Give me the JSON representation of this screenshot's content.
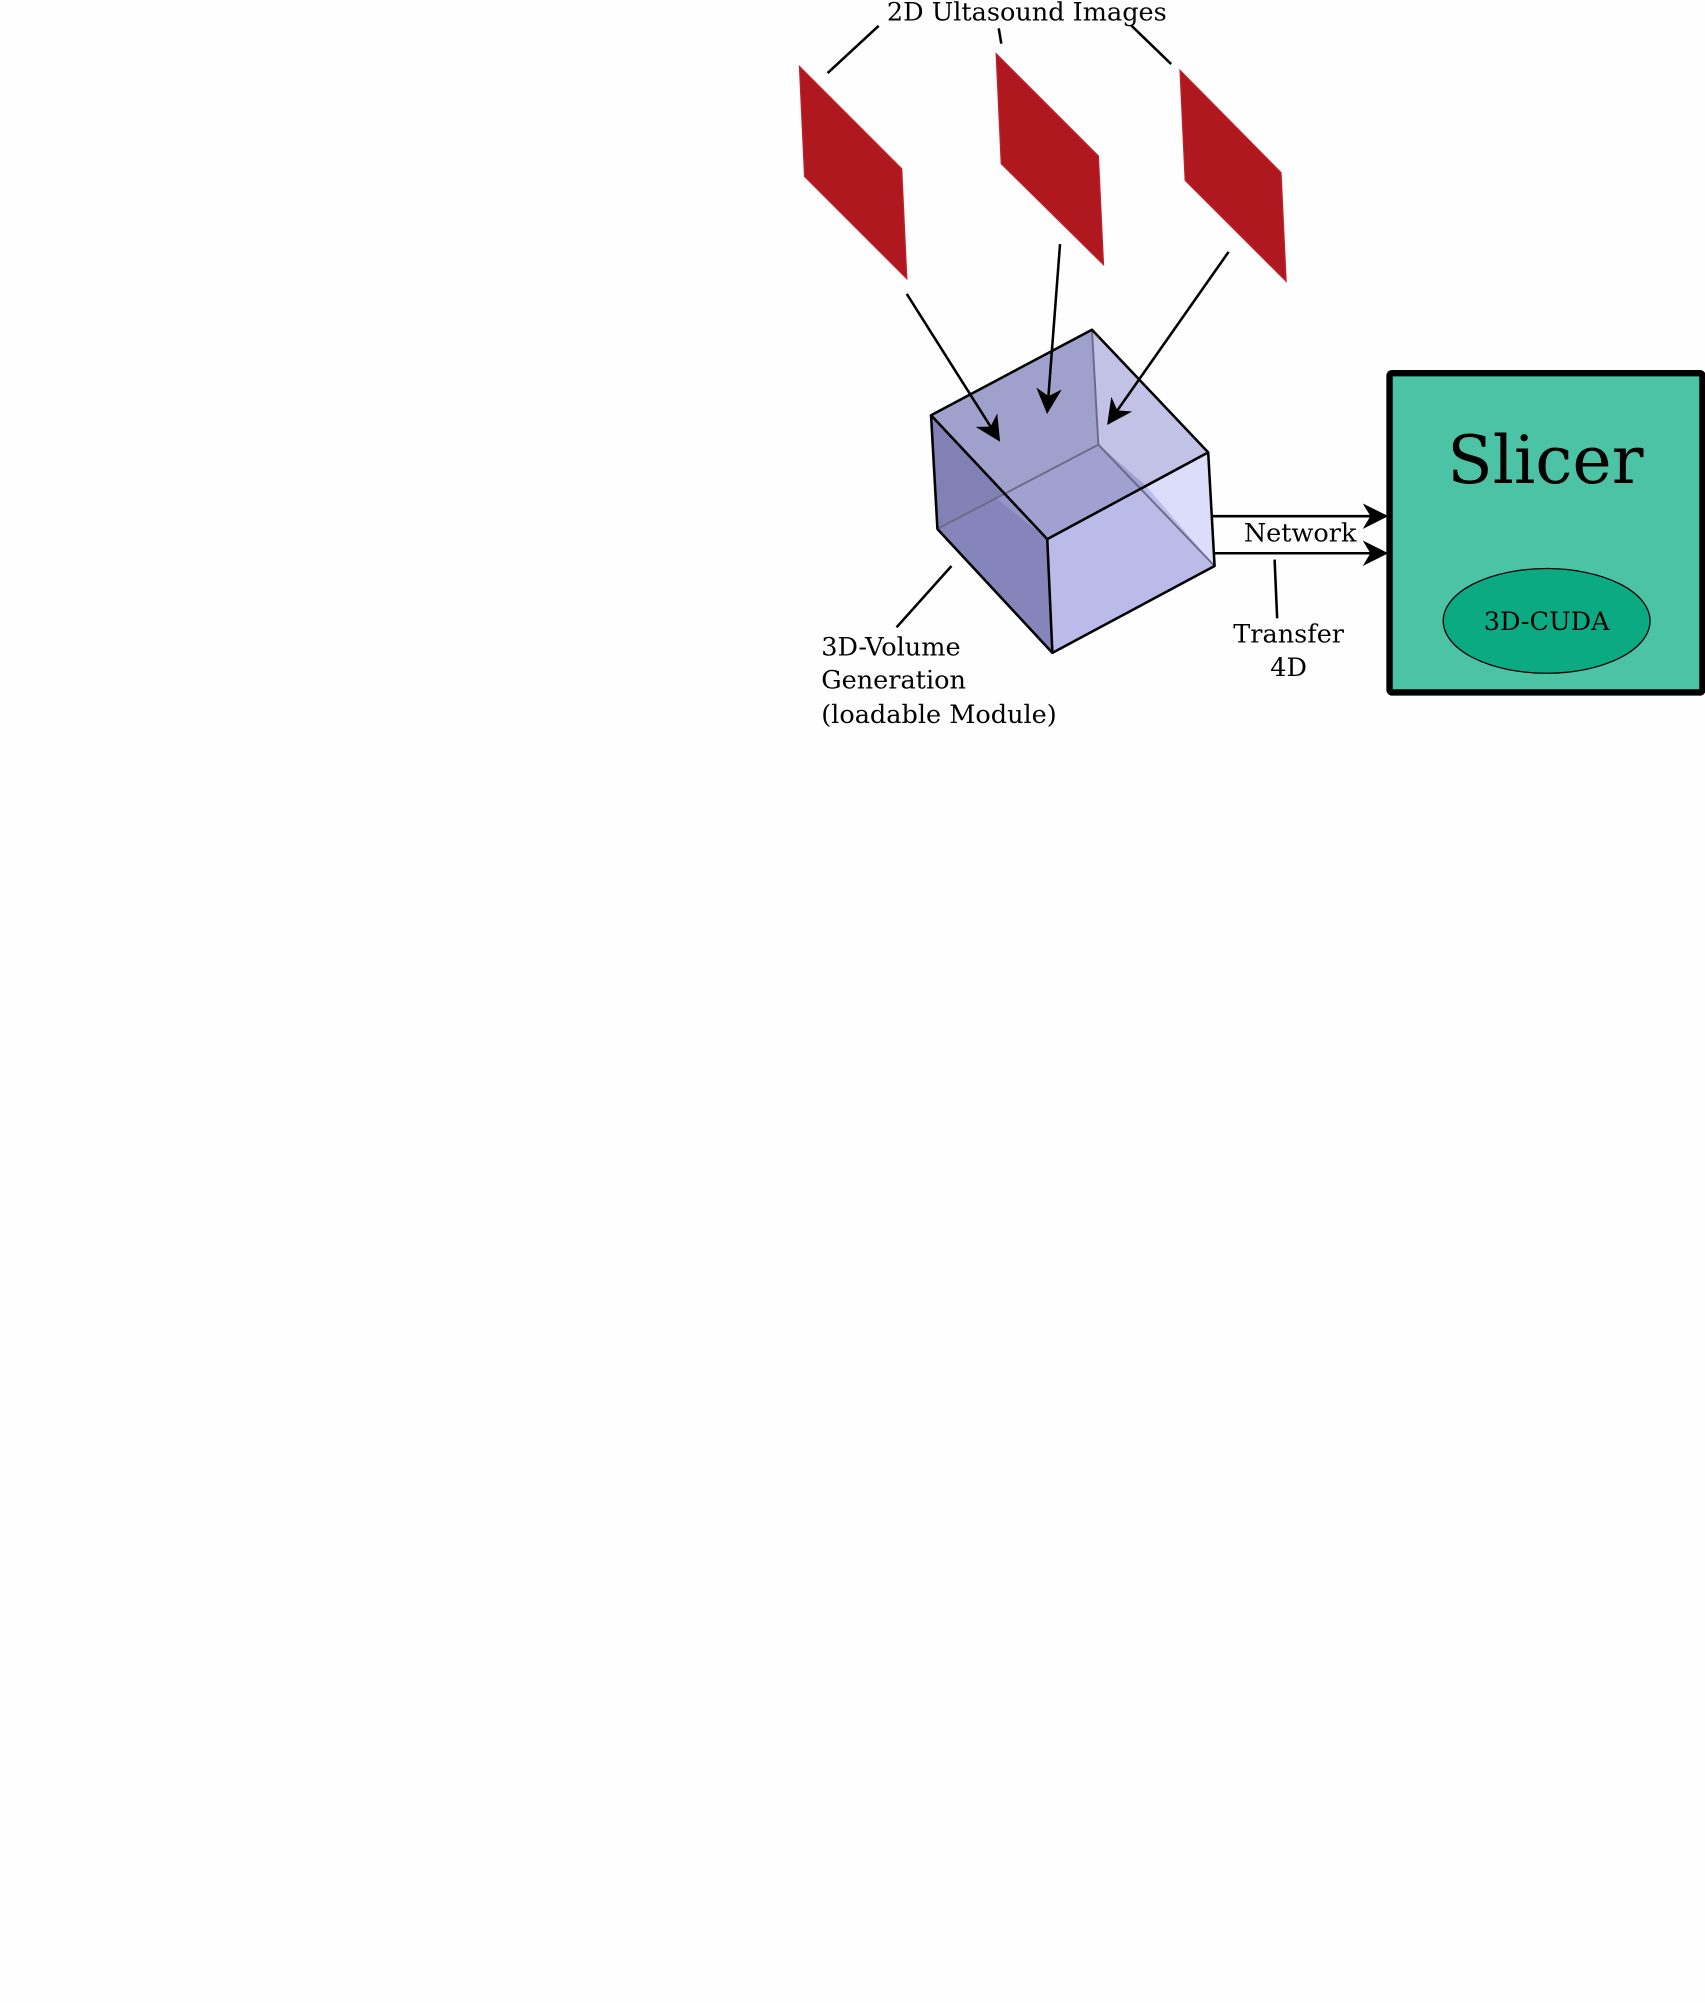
{
  "labels": {
    "images_title": "2D Ultasound Images",
    "volume_line1": "3D-Volume",
    "volume_line2": "Generation",
    "volume_line3": "(loadable Module)",
    "network": "Network",
    "transfer_line1": "Transfer",
    "transfer_line2": "4D",
    "slicer": "Slicer",
    "cuda": "3D-CUDA"
  },
  "colors": {
    "image_plane": "#b0181f",
    "slicer_box": "#4cc3a5",
    "cuda_ellipse": "#0caa82",
    "cube_left": "#8585bb",
    "cube_front": "#bbbbea",
    "cube_top": "#a0a0cc"
  }
}
